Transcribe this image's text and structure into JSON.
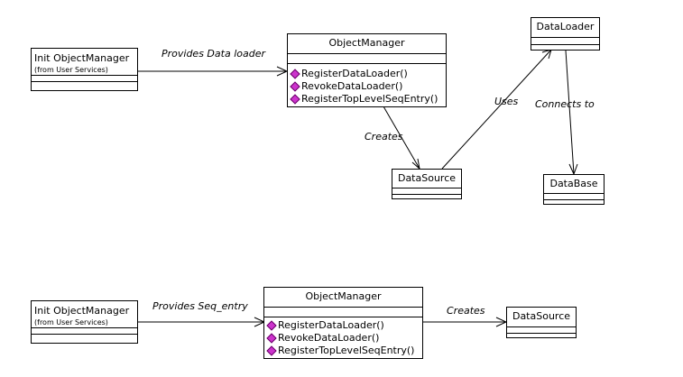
{
  "top": {
    "init": {
      "name": "Init ObjectManager",
      "sub": "(from User Services)"
    },
    "object_manager": {
      "name": "ObjectManager",
      "operations": [
        "RegisterDataLoader()",
        "RevokeDataLoader()",
        "RegisterTopLevelSeqEntry()"
      ]
    },
    "data_loader": {
      "name": "DataLoader"
    },
    "data_source": {
      "name": "DataSource"
    },
    "data_base": {
      "name": "DataBase"
    },
    "labels": {
      "provides": "Provides Data loader",
      "creates": "Creates",
      "uses": "Uses",
      "connects": "Connects to"
    }
  },
  "bottom": {
    "init": {
      "name": "Init ObjectManager",
      "sub": "(from User Services)"
    },
    "object_manager": {
      "name": "ObjectManager",
      "operations": [
        "RegisterDataLoader()",
        "RevokeDataLoader()",
        "RegisterTopLevelSeqEntry()"
      ]
    },
    "data_source": {
      "name": "DataSource"
    },
    "labels": {
      "provides": "Provides Seq_entry",
      "creates": "Creates"
    }
  },
  "colors": {
    "operation_marker": "#cc33cc"
  }
}
